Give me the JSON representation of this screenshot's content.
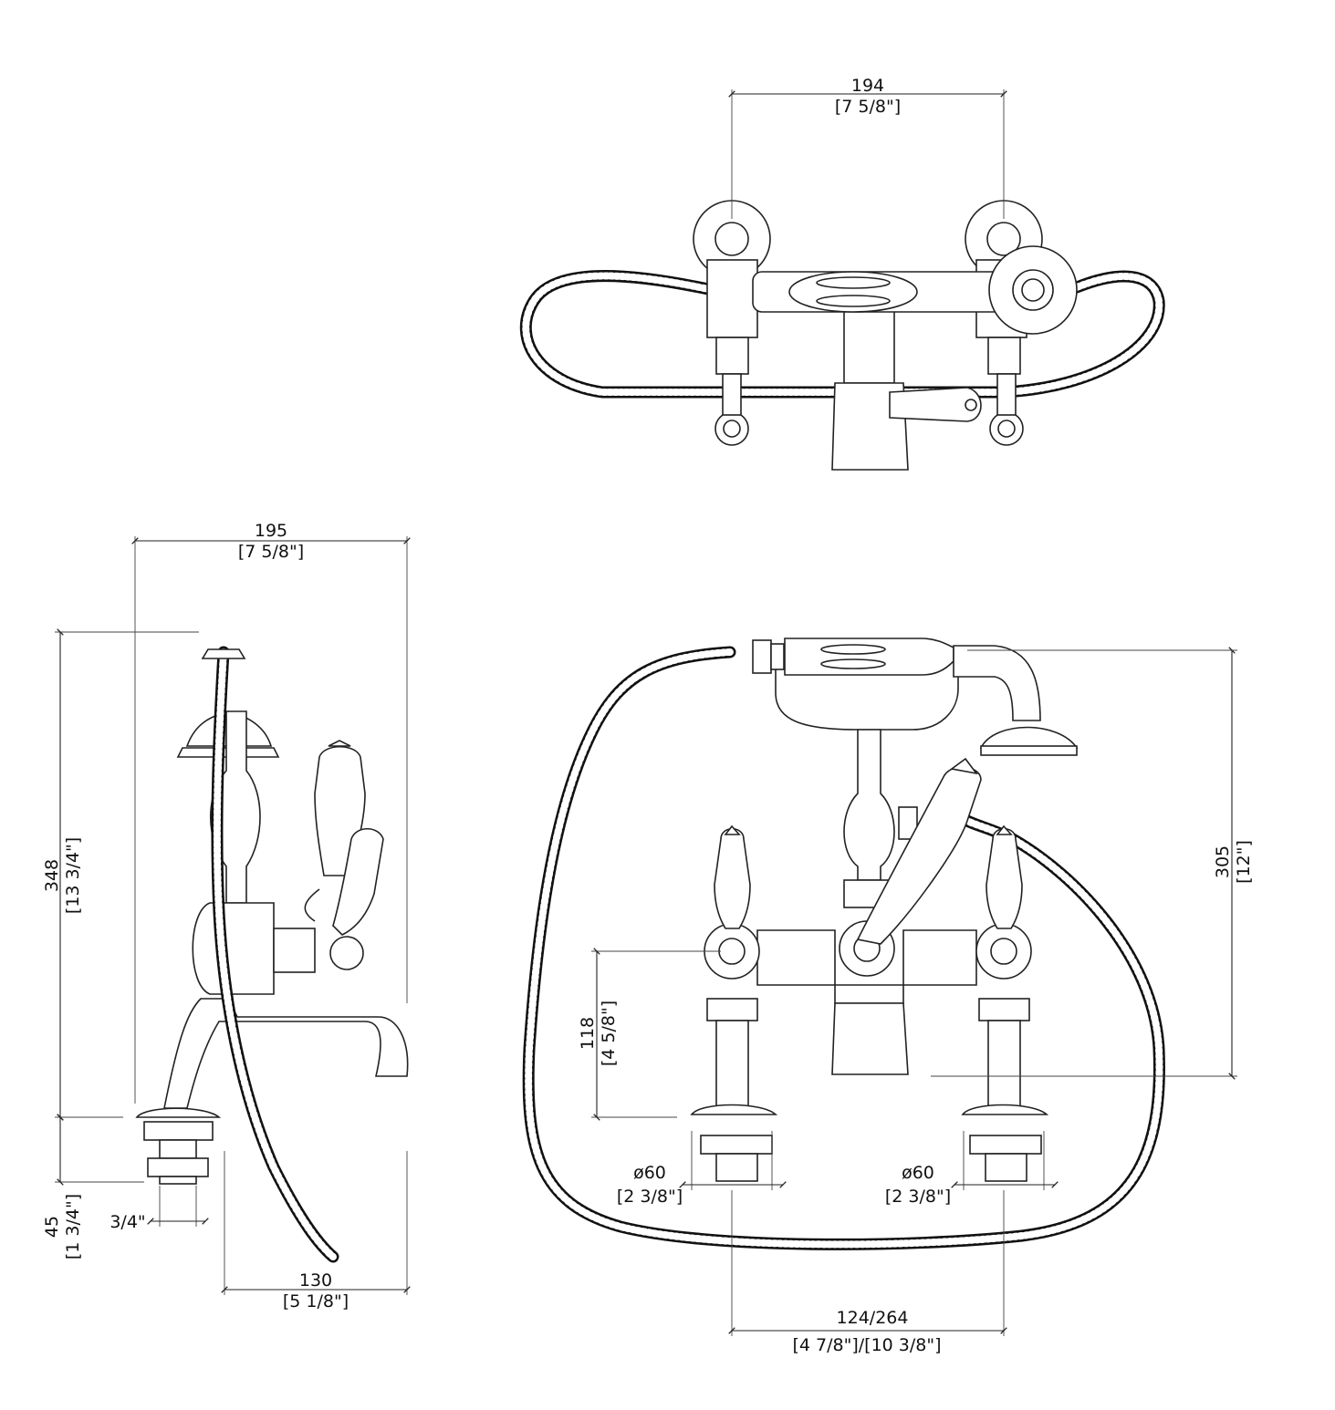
{
  "dimensions": {
    "top_width": {
      "mm": "194",
      "inch": "[7 5/8\"]"
    },
    "side_width": {
      "mm": "195",
      "inch": "[7 5/8\"]"
    },
    "side_height": {
      "mm": "348",
      "inch": "[13 3/4\"]"
    },
    "side_tail": {
      "mm": "45",
      "inch": "[1 3/4\"]"
    },
    "side_thread": {
      "label": "3/4\""
    },
    "side_projection": {
      "mm": "130",
      "inch": "[5 1/8\"]"
    },
    "front_height": {
      "mm": "305",
      "inch": "[12\"]"
    },
    "front_inlet_height": {
      "mm": "118",
      "inch": "[4 5/8\"]"
    },
    "front_flange_left": {
      "mm": "ø60",
      "inch": "[2 3/8\"]"
    },
    "front_flange_right": {
      "mm": "ø60",
      "inch": "[2 3/8\"]"
    },
    "front_centers": {
      "mm": "124/264",
      "inch": "[4 7/8\"]/[10 3/8\"]"
    }
  },
  "colors": {
    "line": "#222222",
    "background": "#ffffff"
  }
}
